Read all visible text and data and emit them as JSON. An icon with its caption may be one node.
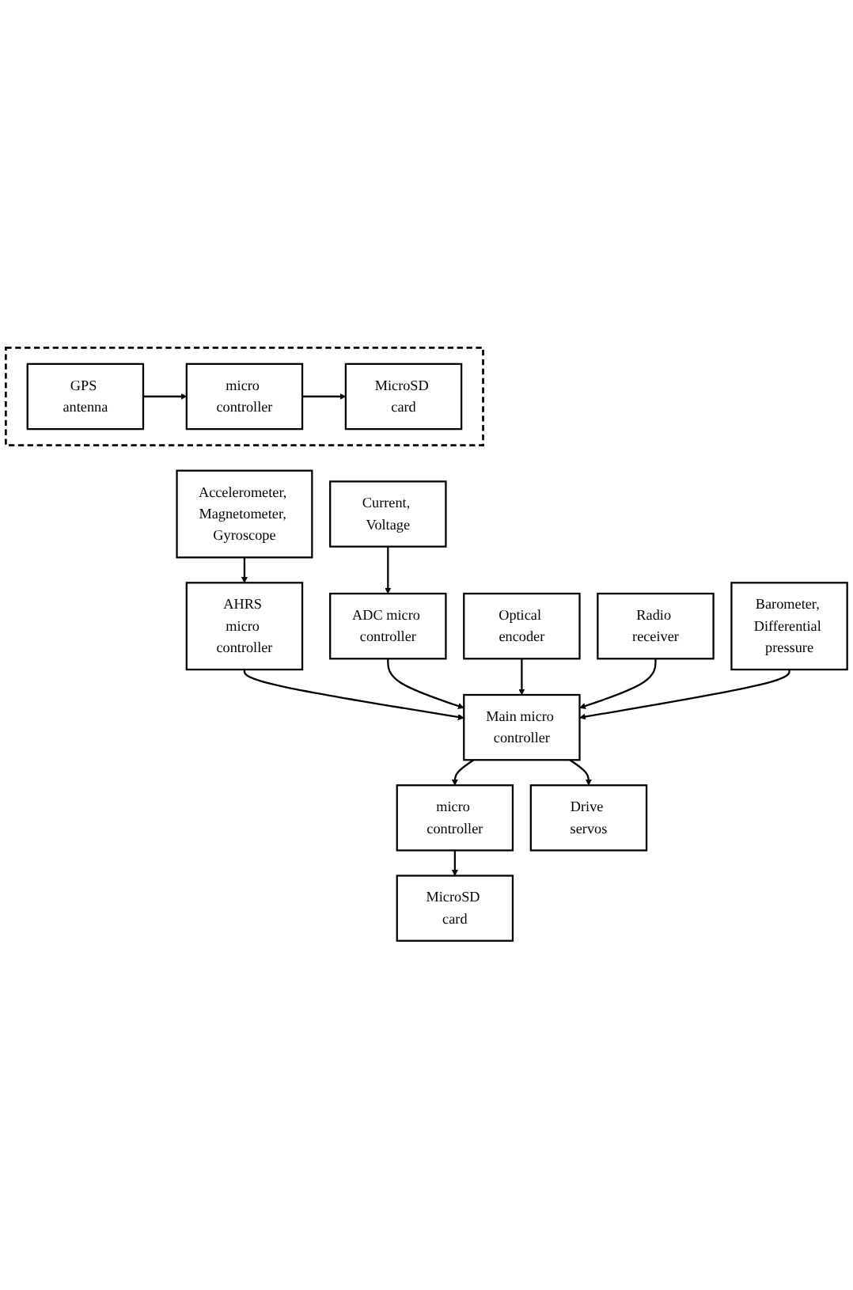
{
  "diagram": {
    "nodes": [
      {
        "text": [],
        "shape": "box"
      },
      {
        "text": [
          "GPS antenna"
        ],
        "in": 0
      },
      {
        "text": [
          "micro controller"
        ],
        "in": 0
      },
      {
        "text": [
          "MicroSD card"
        ],
        "in": 0
      },
      {
        "text": [
          "Accelerometer, Magnetometer, Gyroscope"
        ]
      },
      {
        "text": [
          "Current, Voltage"
        ]
      },
      {
        "text": [
          "AHRS micro controller"
        ]
      },
      {
        "text": [
          "MicroSD card"
        ]
      },
      {
        "text": [
          "ADC micro controller"
        ]
      },
      {
        "text": [
          "Main micro controller"
        ]
      },
      {
        "text": [
          "micro controller"
        ]
      },
      {
        "text": [
          "Optical encoder"
        ]
      },
      {
        "text": [
          "Drive servos"
        ]
      },
      {
        "text": [
          "Radio receiver"
        ]
      },
      {
        "text": [
          "Barometer, Differential pressure"
        ]
      }
    ],
    "edges": [
      {
        "from": 1,
        "to": 2,
        "arrow": "to"
      },
      {
        "from": 2,
        "to": 3,
        "arrow": "to"
      },
      {
        "from": 4,
        "to": 6,
        "arrow": "to"
      },
      {
        "from": 5,
        "to": 8,
        "arrow": "to"
      },
      {
        "from": 6,
        "to": 9,
        "arrow": "to"
      },
      {
        "from": 8,
        "to": 9,
        "arrow": "to"
      },
      {
        "from": 9,
        "to": 10,
        "arrow": "to"
      },
      {
        "from": 10,
        "to": 7,
        "arrow": "to"
      },
      {
        "from": 11,
        "to": 9,
        "arrow": "to"
      },
      {
        "from": 13,
        "to": 9,
        "arrow": "to"
      },
      {
        "from": 14,
        "to": 9,
        "arrow": "to"
      },
      {
        "from": 9,
        "to": 12,
        "arrow": "to"
      }
    ]
  }
}
